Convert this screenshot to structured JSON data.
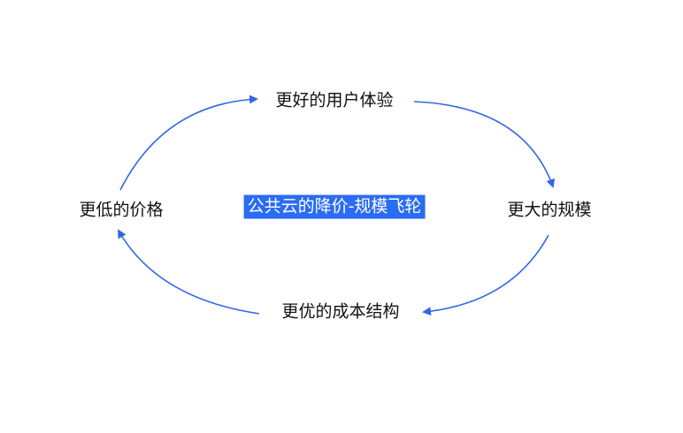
{
  "diagram": {
    "center_title": "公共云的降价-规模飞轮",
    "nodes": {
      "top": "更好的用户体验",
      "right": "更大的规模",
      "bottom": "更优的成本结构",
      "left": "更低的价格"
    },
    "arrow_color": "#3366e6",
    "highlight_color": "#2a6cf3"
  }
}
